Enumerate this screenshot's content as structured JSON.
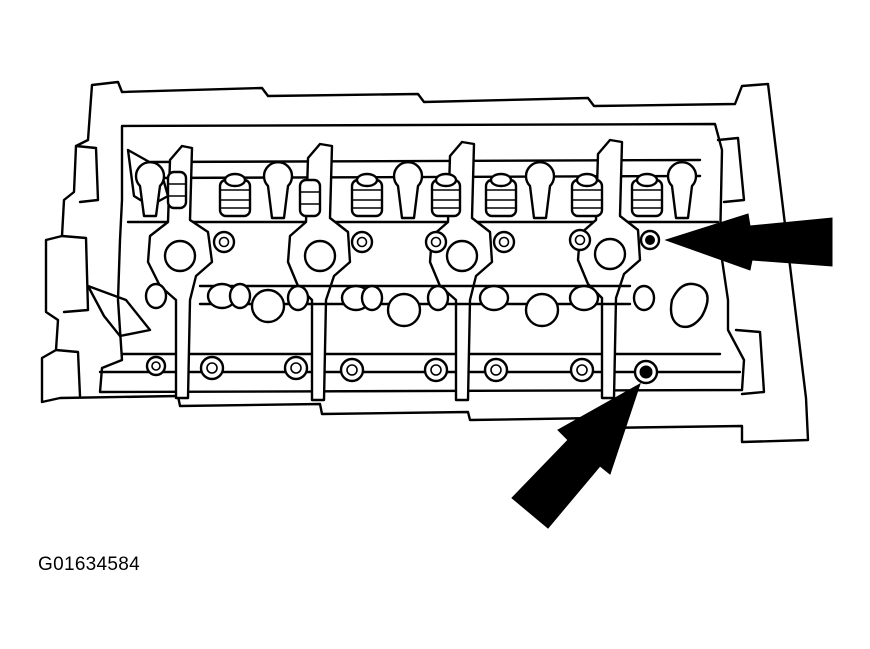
{
  "figure": {
    "id_label": "G01634584",
    "subject": "cylinder-head-camshaft-bearing-caps",
    "callouts": [
      "upper-right-arrow",
      "lower-right-arrow"
    ],
    "ink_color": "#000000",
    "paper_color": "#ffffff"
  }
}
